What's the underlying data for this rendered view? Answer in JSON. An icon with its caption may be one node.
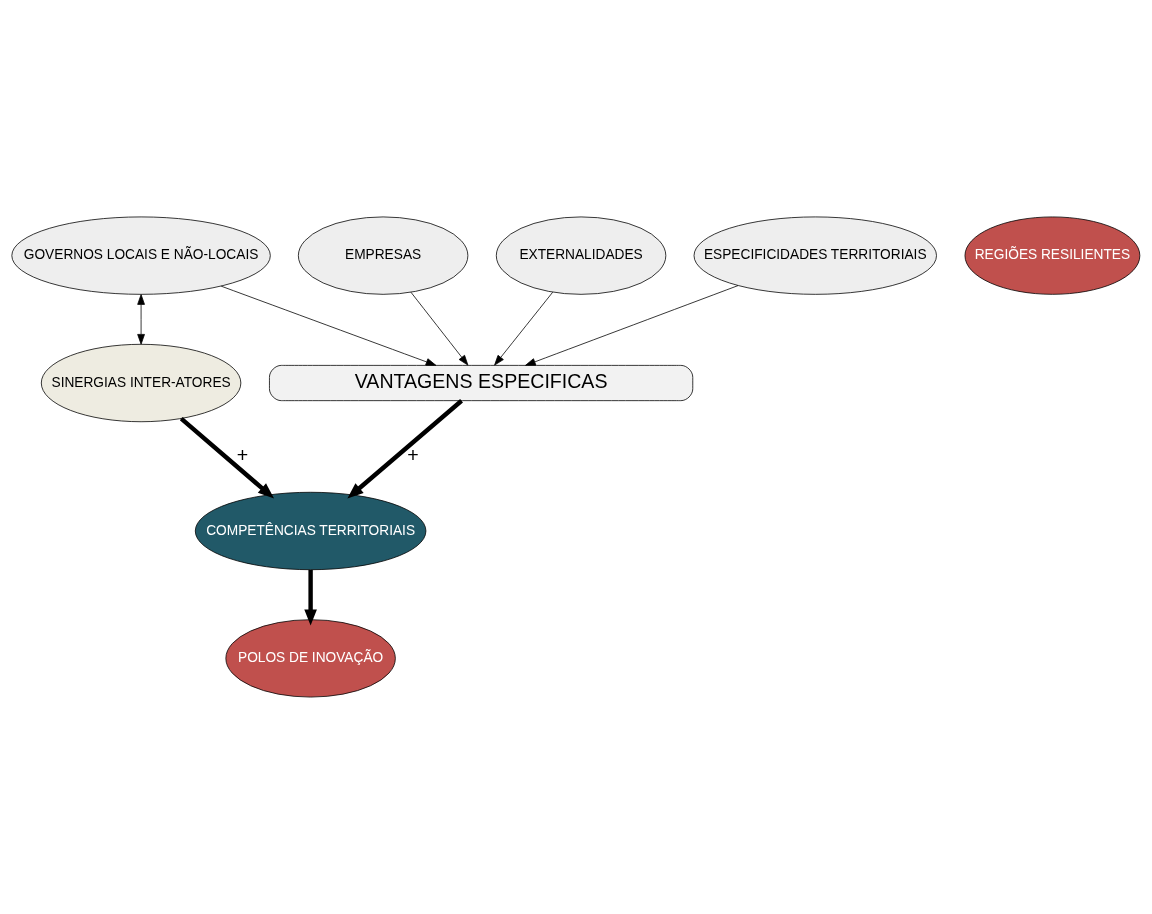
{
  "diagram": {
    "nodes": [
      {
        "text": [
          "VANTAGENS ESPECIFICAS"
        ]
      },
      {
        "text": [
          "EMPRESAS"
        ]
      },
      {
        "text": [
          "GOVERNOS LOCAIS E NÃO-LOCAIS"
        ]
      },
      {
        "text": [
          "EXTERNALIDADES"
        ]
      },
      {
        "text": [
          "ESPECIFICIDADES TERRITORIAIS"
        ]
      },
      {
        "text": [
          "SINERGIAS INTER-ATORES"
        ]
      },
      {
        "text": [
          "COMPETÊNCIAS TERRITORIAIS"
        ]
      },
      {
        "text": [
          "POLOS DE INOVAÇÃO"
        ]
      },
      {
        "text": [
          "REGIÕES RESILIENTES"
        ]
      }
    ],
    "edges": [
      {
        "from": 1,
        "to": 0,
        "arrow": "to"
      },
      {
        "from": 2,
        "to": 0,
        "arrow": "to"
      },
      {
        "from": 3,
        "to": 0,
        "arrow": "to"
      },
      {
        "from": 4,
        "to": 0,
        "arrow": "to"
      },
      {
        "from": 2,
        "to": 5,
        "arrow": "both"
      },
      {
        "from": 5,
        "to": 6,
        "arrow": "to",
        "label": "+",
        "style": "thick"
      },
      {
        "from": 0,
        "to": 6,
        "arrow": "to",
        "label": "+",
        "style": "thick"
      },
      {
        "from": 6,
        "to": 7,
        "arrow": "to",
        "style": "thick"
      }
    ]
  }
}
